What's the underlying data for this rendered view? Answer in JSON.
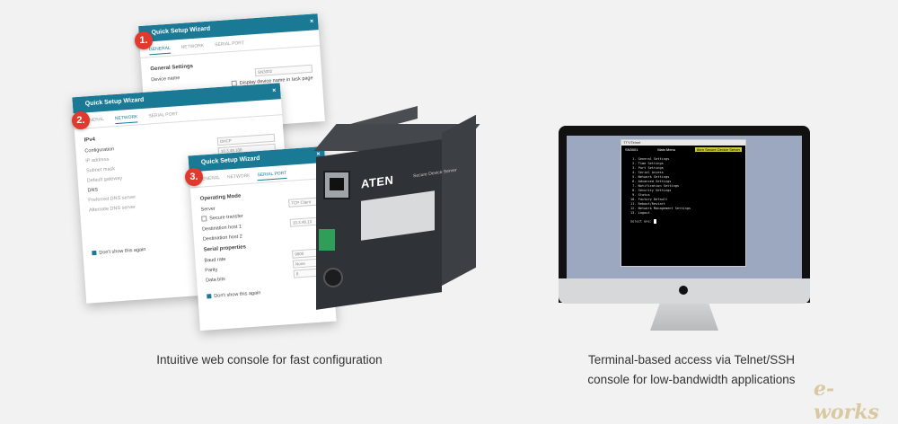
{
  "wizard": {
    "title": "Quick Setup Wizard",
    "close": "×",
    "tabs": [
      "GENERAL",
      "NETWORK",
      "SERIAL PORT"
    ],
    "w1": {
      "badge": "1.",
      "section": "General Settings",
      "device_name_label": "Device name",
      "field1": "SN3002",
      "checkbox": "Display device name in task page"
    },
    "w2": {
      "badge": "2.",
      "section": "IPv4",
      "labels": [
        "Configuration",
        "IP address",
        "Subnet mask",
        "Default gateway",
        "DNS",
        "Preferred DNS server",
        "Alternate DNS server"
      ],
      "field1": "DHCP",
      "field2": "10.3.48.108",
      "dont_show": "Don't show this again"
    },
    "w3": {
      "badge": "3.",
      "section1": "Operating Mode",
      "labels": [
        "Server",
        "Secure transfer",
        "Destination host 1",
        "Destination host 2"
      ],
      "section2": "Serial properties",
      "labels2": [
        "Baud rate",
        "Parity",
        "Data bits"
      ],
      "values": [
        "TCP Client",
        "10.3.48.13",
        "9600",
        "None",
        "8"
      ],
      "dont_show": "Don't show this again"
    }
  },
  "device": {
    "brand": "ATEN",
    "model_label": "Secure Device Server"
  },
  "terminal": {
    "titlebar": "TTY/Telnet",
    "header_left": "SN3001",
    "header_mid": "Main Menu",
    "header_sel": "Aten Secure Device Server",
    "menu": [
      " 1. General Settings",
      " 2. Time Settings",
      " 3. Port Settings",
      " 4. Serial Access",
      " 5. Network Settings",
      " 6. Advanced Settings",
      " 7. Notification Settings",
      " 8. Security Settings",
      " 9. Status",
      "10. Factory Default",
      "11. Reboot/Restart",
      "12. Network Management Settings",
      "13. Logout"
    ],
    "prompt": "Select one: "
  },
  "captions": {
    "left": "Intuitive  web console for fast configuration",
    "right_line1": "Terminal-based access via Telnet/SSH",
    "right_line2": "console for low-bandwidth applications"
  },
  "watermark": "e-works"
}
